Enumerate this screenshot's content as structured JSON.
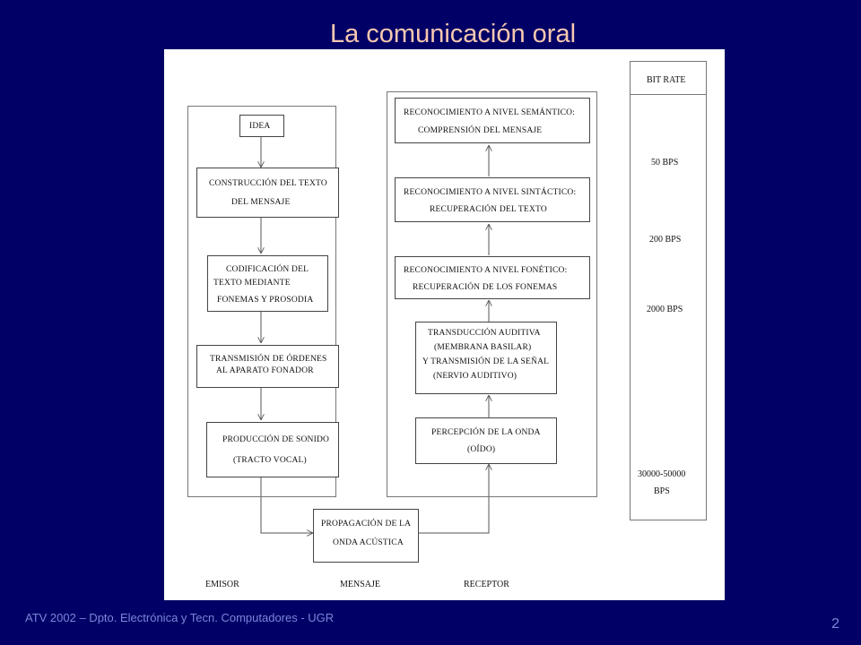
{
  "slide": {
    "title": "La comunicación oral",
    "footer": "ATV 2002 – Dpto. Electrónica y Tecn. Computadores - UGR",
    "page_number": "2"
  },
  "diagram": {
    "emisor": {
      "label": "EMISOR",
      "steps": [
        [
          "IDEA"
        ],
        [
          "CONSTRUCCIÓN DEL TEXTO",
          "DEL MENSAJE"
        ],
        [
          "CODIFICACIÓN DEL",
          "TEXTO MEDIANTE",
          "FONEMAS Y PROSODIA"
        ],
        [
          "TRANSMISIÓN DE ÓRDENES",
          "AL APARATO FONADOR"
        ],
        [
          "PRODUCCIÓN DE SONIDO",
          "(TRACTO VOCAL)"
        ]
      ]
    },
    "mensaje": {
      "label": "MENSAJE",
      "step": [
        "PROPAGACIÓN DE LA",
        "ONDA ACÚSTICA"
      ]
    },
    "receptor": {
      "label": "RECEPTOR",
      "steps": [
        [
          "RECONOCIMIENTO A NIVEL SEMÁNTICO:",
          "COMPRENSIÓN DEL MENSAJE"
        ],
        [
          "RECONOCIMIENTO A NIVEL SINTÁCTICO:",
          "RECUPERACIÓN DEL TEXTO"
        ],
        [
          "RECONOCIMIENTO A NIVEL FONÉTICO:",
          "RECUPERACIÓN DE LOS FONEMAS"
        ],
        [
          "TRANSDUCCIÓN AUDITIVA",
          "(MEMBRANA BASILAR)",
          "Y TRANSMISIÓN DE LA SEÑAL",
          "(NERVIO AUDITIVO)"
        ],
        [
          "PERCEPCIÓN DE LA ONDA",
          "(OÍDO)"
        ]
      ]
    },
    "bit_rate": {
      "header": "BIT RATE",
      "values": [
        "50 BPS",
        "200 BPS",
        "2000 BPS",
        "30000-50000",
        "BPS"
      ]
    }
  }
}
